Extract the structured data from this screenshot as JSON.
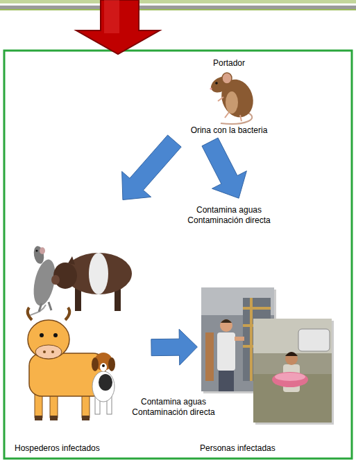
{
  "diagram": {
    "nodes": [
      {
        "text": [
          "Portador",
          "Orina con la bacteria"
        ]
      },
      {
        "text": [
          "Hospederos infectados"
        ]
      },
      {
        "text": [
          "Personas infectadas"
        ]
      }
    ],
    "edges": [
      {
        "from": 0,
        "to": 1,
        "arrow": "to"
      },
      {
        "from": 0,
        "to": 2,
        "arrow": "to"
      },
      {
        "from": 1,
        "to": 2,
        "arrow": "to",
        "label": "Contamina aguas Contaminación directa"
      }
    ],
    "labels": [
      "Contamina aguas Contaminación directa"
    ]
  }
}
